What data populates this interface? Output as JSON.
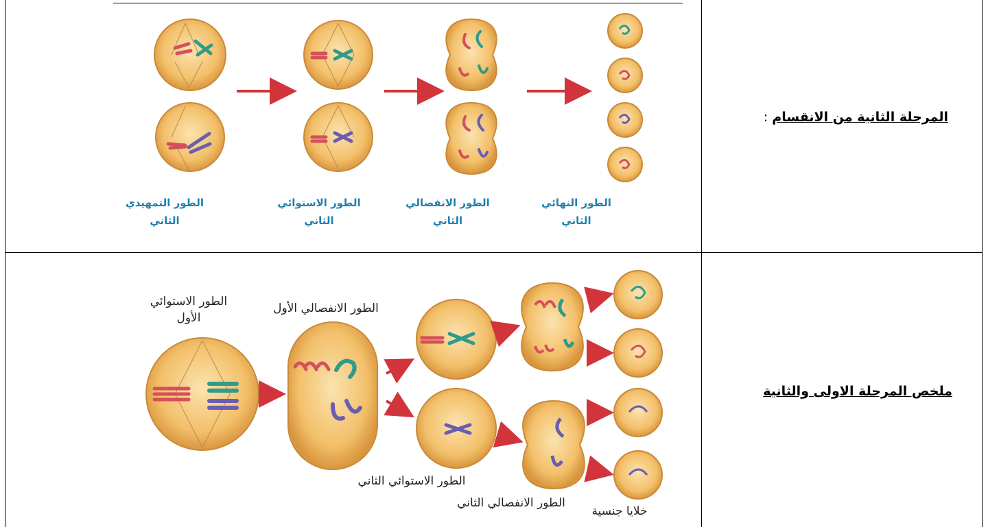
{
  "rows": [
    {
      "label": "المرحلة الثانية من الانقسام",
      "label_suffix": " :",
      "stages": [
        {
          "line1": "الطور التمهيدي",
          "line2": "الثاني"
        },
        {
          "line1": "الطور الاستوائي",
          "line2": "الثاني"
        },
        {
          "line1": "الطور الانفصالي",
          "line2": "الثاني"
        },
        {
          "line1": "الطور النهائي",
          "line2": "الثاني"
        }
      ]
    },
    {
      "label": "ملخص المرحلة الاولى والثانية",
      "captions": {
        "metaphase1_line1": "الطور الاستوائي",
        "metaphase1_line2": "الأول",
        "anaphase1": "الطور الانفصالي الأول",
        "metaphase2": "الطور الاستوائي الثاني",
        "anaphase2": "الطور الانفصالي الثاني",
        "gametes": "خلايا جنسية"
      }
    }
  ],
  "colors": {
    "cell_fill": "#f3c06a",
    "cell_edge": "#d4913a",
    "arrow": "#d1353b",
    "caption_blue": "#1e7fb0",
    "chrom_red": "#d4505a",
    "chrom_green": "#2f9b8a",
    "chrom_purple": "#6a5db0"
  }
}
